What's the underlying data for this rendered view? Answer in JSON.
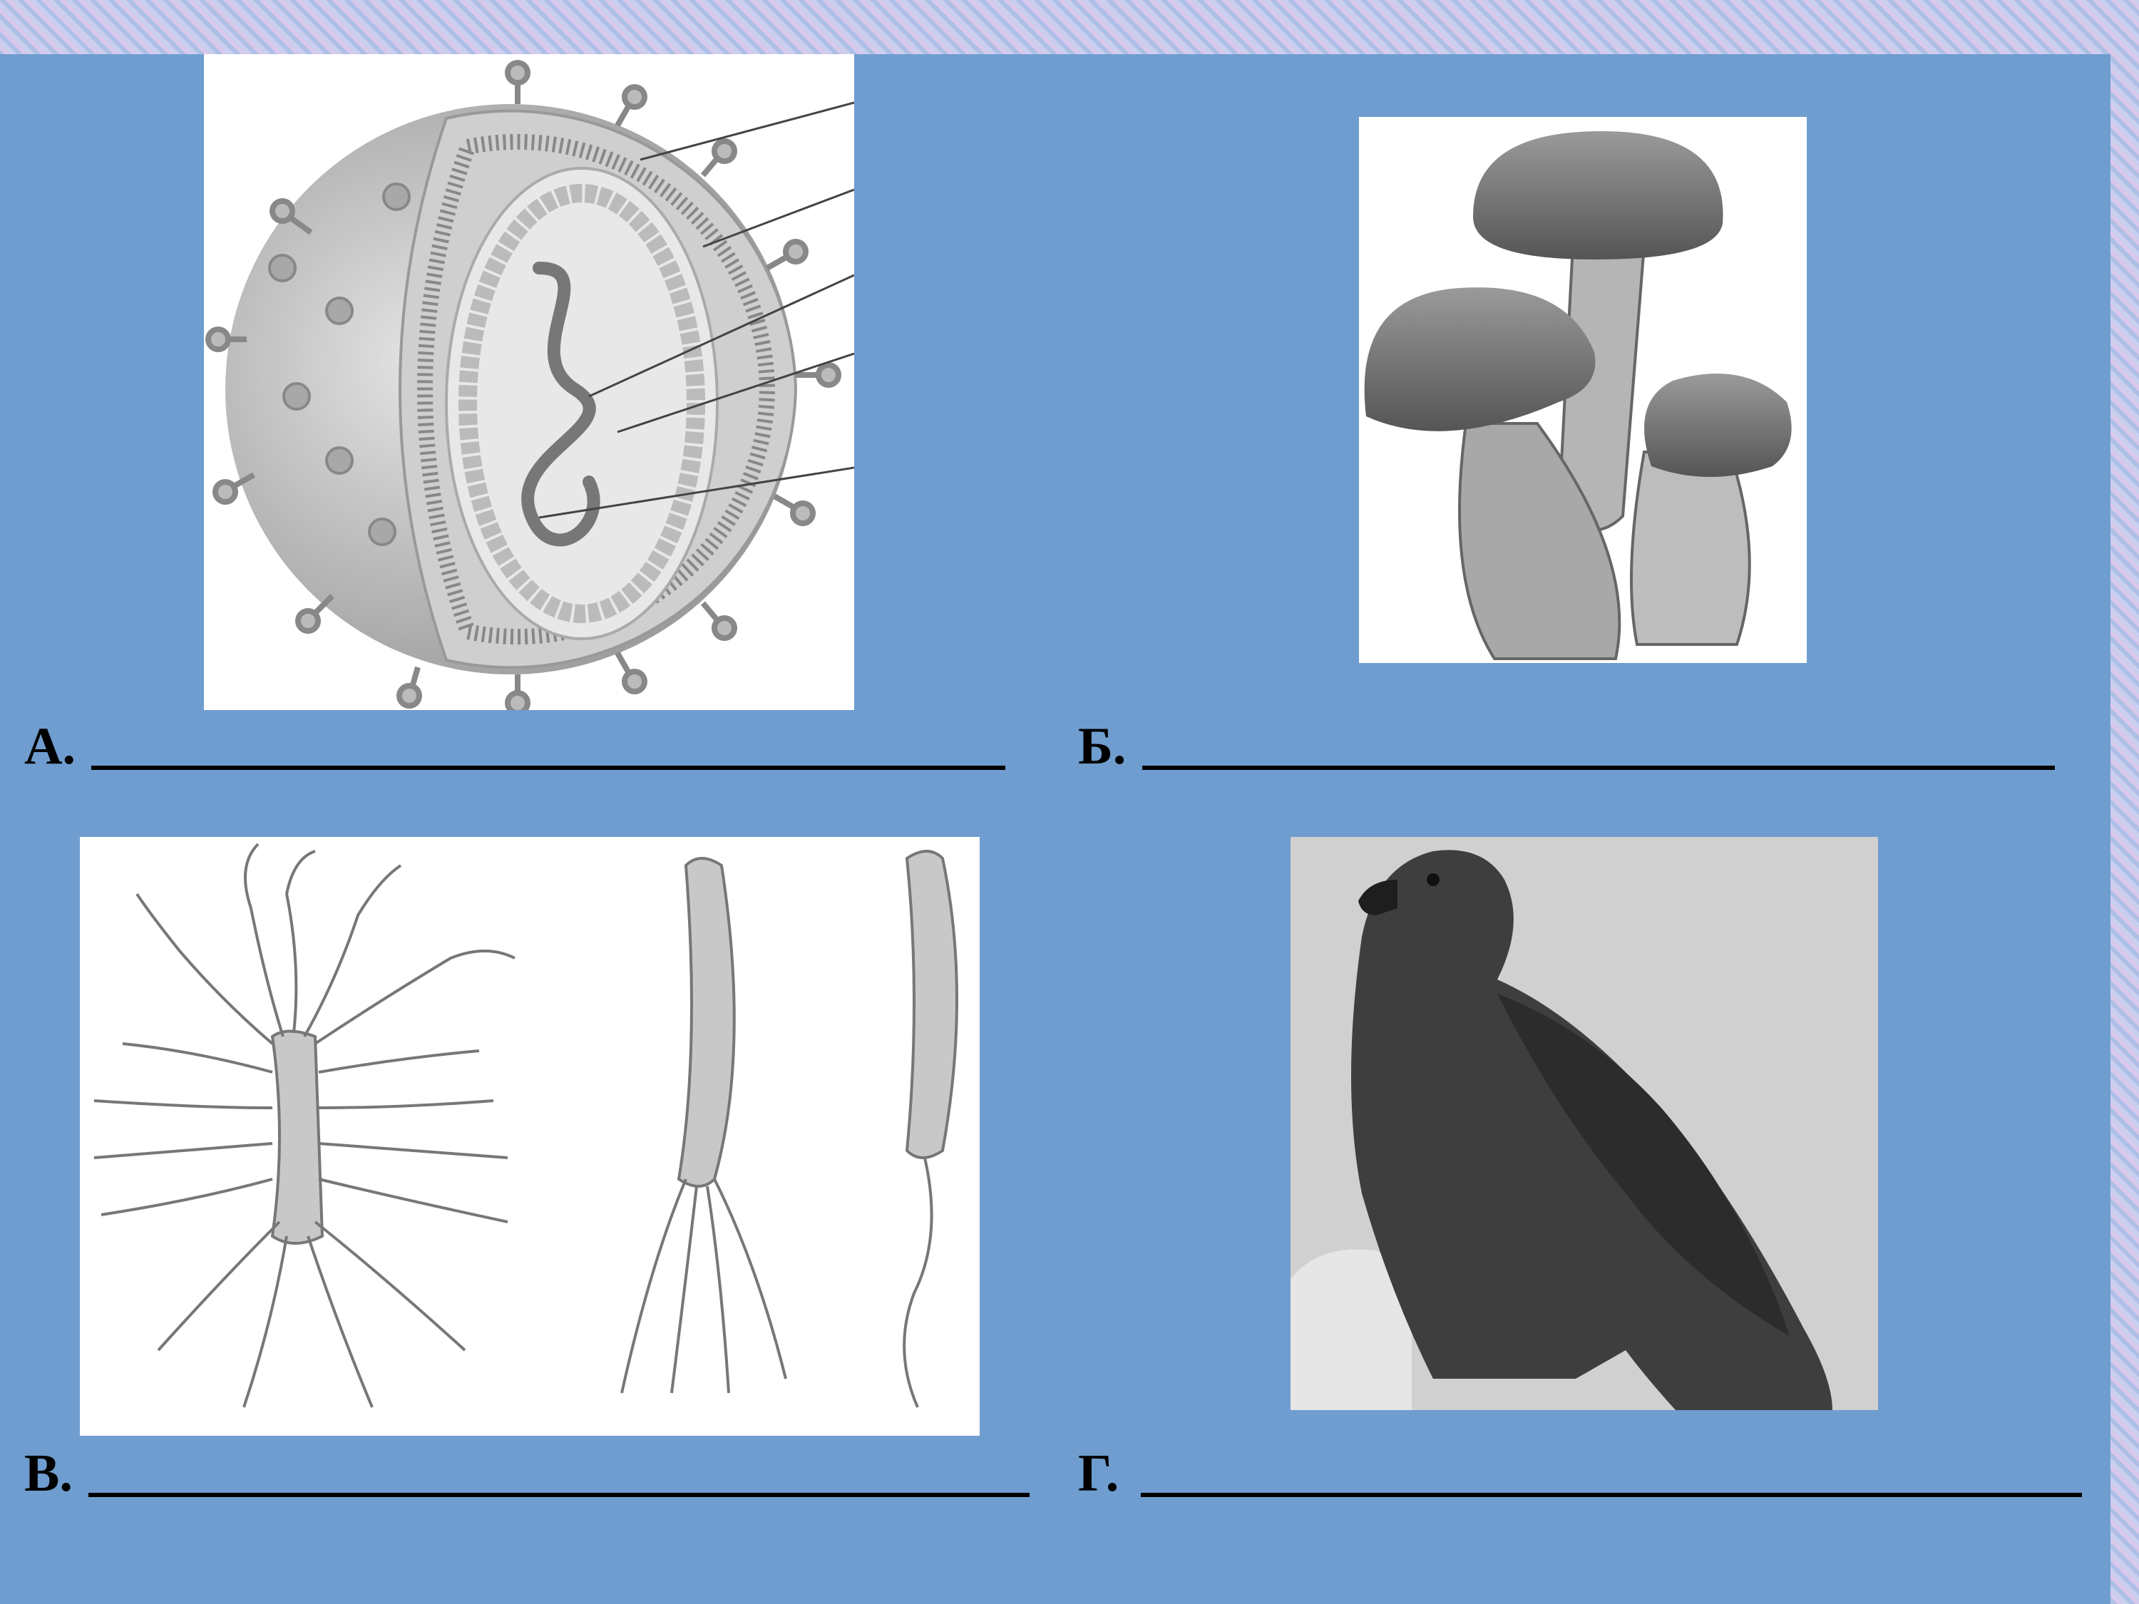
{
  "labels": {
    "a": "А.",
    "b": "Б.",
    "v": "В.",
    "g": "Г."
  },
  "images": {
    "virus": "virus-cross-section",
    "mushrooms": "boletus-mushrooms",
    "bacteria": "flagellated-bacteria",
    "eagle": "eagle"
  },
  "colors": {
    "panel": "#6f9dd0",
    "frame": "#ffffff",
    "text": "#000000"
  }
}
